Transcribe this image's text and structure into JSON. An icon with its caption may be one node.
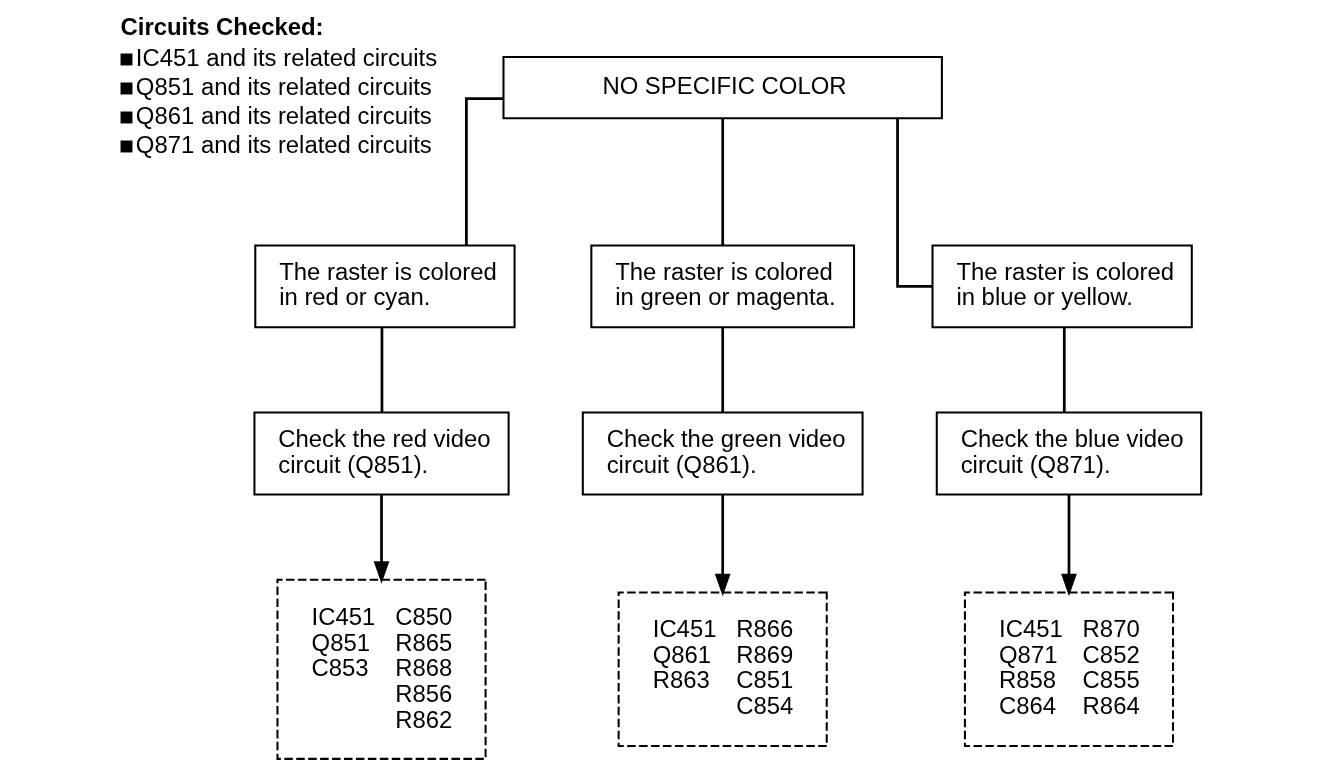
{
  "diagram": {
    "nodes": [
      {
        "text": [
          "NO SPECIFIC COLOR"
        ]
      },
      {
        "text": [
          "The raster is colored in red or cyan."
        ]
      },
      {
        "text": [
          "The raster is colored in green or magenta."
        ]
      },
      {
        "text": [
          "The raster is colored in blue or yellow."
        ]
      },
      {
        "text": [
          "Check the red video circuit (Q851)."
        ]
      },
      {
        "text": [
          "Check the green video circuit (Q861)."
        ]
      },
      {
        "text": [
          "Check the blue video circuit (Q871)."
        ]
      },
      {
        "text": [
          "IC451 Q851 C853",
          "C850 R865 R868 R856 R862"
        ]
      },
      {
        "text": [
          "IC451 Q861 R863",
          "R866 R869 C851 C854"
        ]
      },
      {
        "text": [
          "IC451 Q871 R858 C864",
          "R870 C852 C855 R864"
        ]
      }
    ],
    "edges": [
      {
        "from": 0,
        "to": 1,
        "arrow": "none"
      },
      {
        "from": 0,
        "to": 2,
        "arrow": "none"
      },
      {
        "from": 0,
        "to": 3,
        "arrow": "none"
      },
      {
        "from": 1,
        "to": 4,
        "arrow": "none"
      },
      {
        "from": 2,
        "to": 5,
        "arrow": "none"
      },
      {
        "from": 3,
        "to": 6,
        "arrow": "none"
      },
      {
        "from": 4,
        "to": 7,
        "arrow": "to"
      },
      {
        "from": 5,
        "to": 8,
        "arrow": "to"
      },
      {
        "from": 6,
        "to": 9,
        "arrow": "to"
      }
    ],
    "labels": [
      "Circuits Checked:",
      "IC451 and its related circuits",
      "Q851 and its related circuits",
      "Q861 and its related circuits",
      "Q871 and its related circuits"
    ]
  }
}
